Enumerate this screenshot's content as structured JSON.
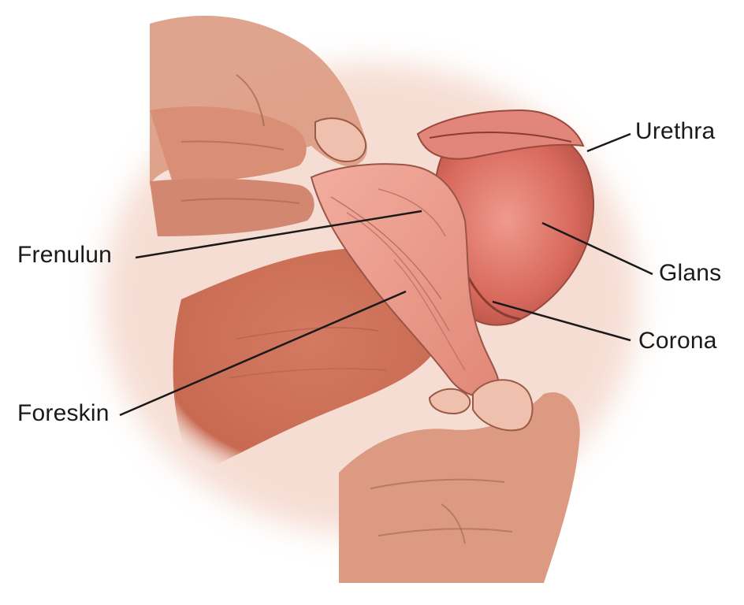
{
  "labels": {
    "urethra": "Urethra",
    "frenulum": "Frenulun",
    "glans": "Glans",
    "corona": "Corona",
    "foreskin": "Foreskin"
  },
  "colors": {
    "background": "#ffffff",
    "skin": "#d98b72",
    "skin_dark": "#c0654f",
    "skin_light": "#efb9a5",
    "glans": "#e07a70",
    "foreskin": "#e9978a",
    "outline": "#7a3a2a",
    "leader": "#1a1a1a"
  }
}
